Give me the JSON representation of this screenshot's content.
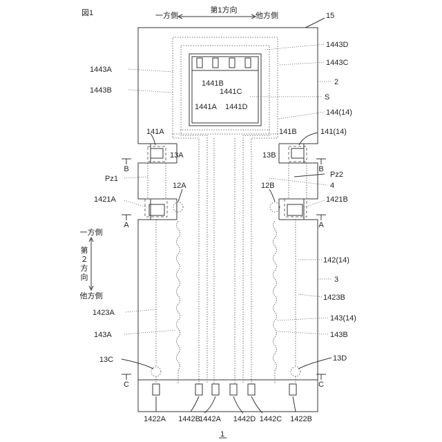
{
  "figure_label": "図1",
  "bottom_label": "1",
  "dir1": {
    "left": "一方側",
    "title": "第1方向",
    "right": "他方側"
  },
  "dir2": {
    "top": "一方側",
    "title": [
      "第",
      "２",
      "方",
      "向"
    ],
    "bottom": "他方側"
  },
  "labels": {
    "l15": "15",
    "l1443D": "1443D",
    "l1443C": "1443C",
    "l1443A": "1443A",
    "l1443B": "1443B",
    "l2": "2",
    "lS": "S",
    "l144": "144(14)",
    "l141B": "141B",
    "l141": "141(14)",
    "l141A": "141A",
    "l13A": "13A",
    "l13B": "13B",
    "lB_left": "B",
    "lB_right": "B",
    "lPz1": "Pz1",
    "lPz2": "Pz2",
    "l4": "4",
    "l12A": "12A",
    "l12B": "12B",
    "l1421A": "1421A",
    "l1421B": "1421B",
    "lA_left": "A",
    "lA_right": "A",
    "l142": "142(14)",
    "l3": "3",
    "l1423A": "1423A",
    "l1423B": "1423B",
    "l143": "143(14)",
    "l143A": "143A",
    "l143B": "143B",
    "l13C": "13C",
    "l13D": "13D",
    "lC_left": "C",
    "lC_right": "C",
    "l1441A": "1441A",
    "l1441B": "1441B",
    "l1441C": "1441C",
    "l1441D": "1441D"
  },
  "bottom_pads": [
    "1422A",
    "1442B",
    "1442A",
    "1442D",
    "1442C",
    "1422B"
  ]
}
